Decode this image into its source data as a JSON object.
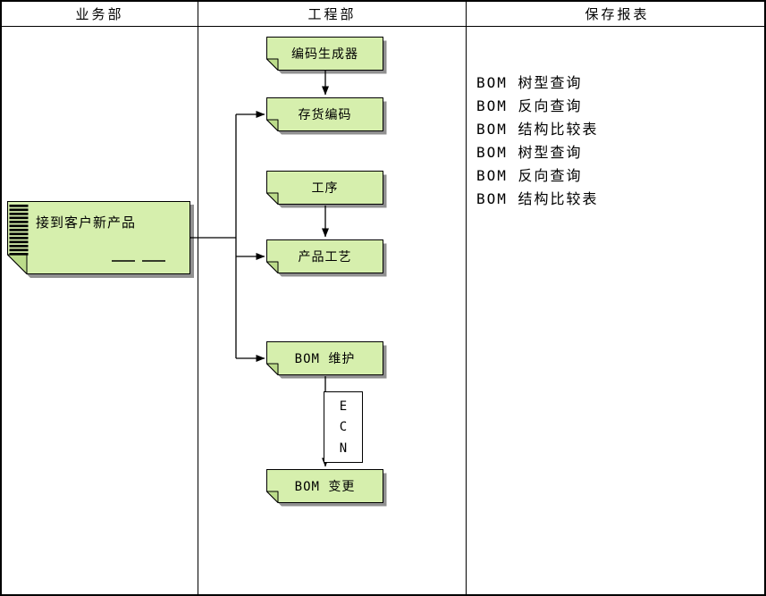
{
  "headers": {
    "business": "业务部",
    "engineering": "工程部",
    "reports": "保存报表"
  },
  "source_document": {
    "label": "接到客户新产品"
  },
  "nodes": {
    "generator": "编码生成器",
    "inventory_code": "存货编码",
    "process_step": "工序",
    "product_craft": "产品工艺",
    "bom_maintain": "BOM 维护",
    "bom_change": "BOM 变更"
  },
  "ecn": [
    "E",
    "C",
    "N"
  ],
  "reports": [
    "BOM 树型查询",
    "BOM 反向查询",
    "BOM 结构比较表",
    "BOM 树型查询",
    "BOM 反向查询",
    "BOM 结构比较表"
  ],
  "colors": {
    "node_fill": "#d6efad",
    "node_fold": "#bcdc8a",
    "shadow": "#909090"
  }
}
